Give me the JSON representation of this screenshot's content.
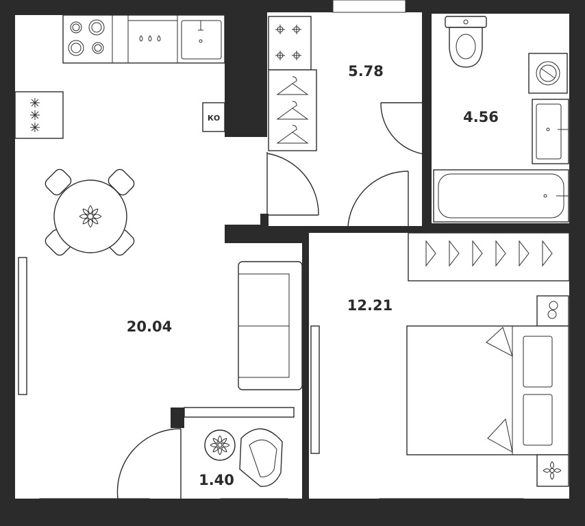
{
  "rooms": {
    "living_kitchen": {
      "area": "20.04"
    },
    "hallway": {
      "area": "5.78"
    },
    "bathroom": {
      "area": "4.56"
    },
    "bedroom": {
      "area": "12.21"
    },
    "balcony": {
      "area": "1.40"
    }
  },
  "labels": {
    "ko": "КО"
  },
  "colors": {
    "walls": "#2b2b2b",
    "floor": "#ffffff",
    "lines": "#2b2b2b"
  },
  "icons": [
    "stove-icon",
    "sink-icon",
    "toilet-icon",
    "washing-machine-icon",
    "bathtub-icon",
    "hanger-icon",
    "flower-icon",
    "dining-chair-icon",
    "sofa-icon",
    "armchair-icon",
    "bed-icon",
    "pillow-icon",
    "door-swing-icon"
  ]
}
